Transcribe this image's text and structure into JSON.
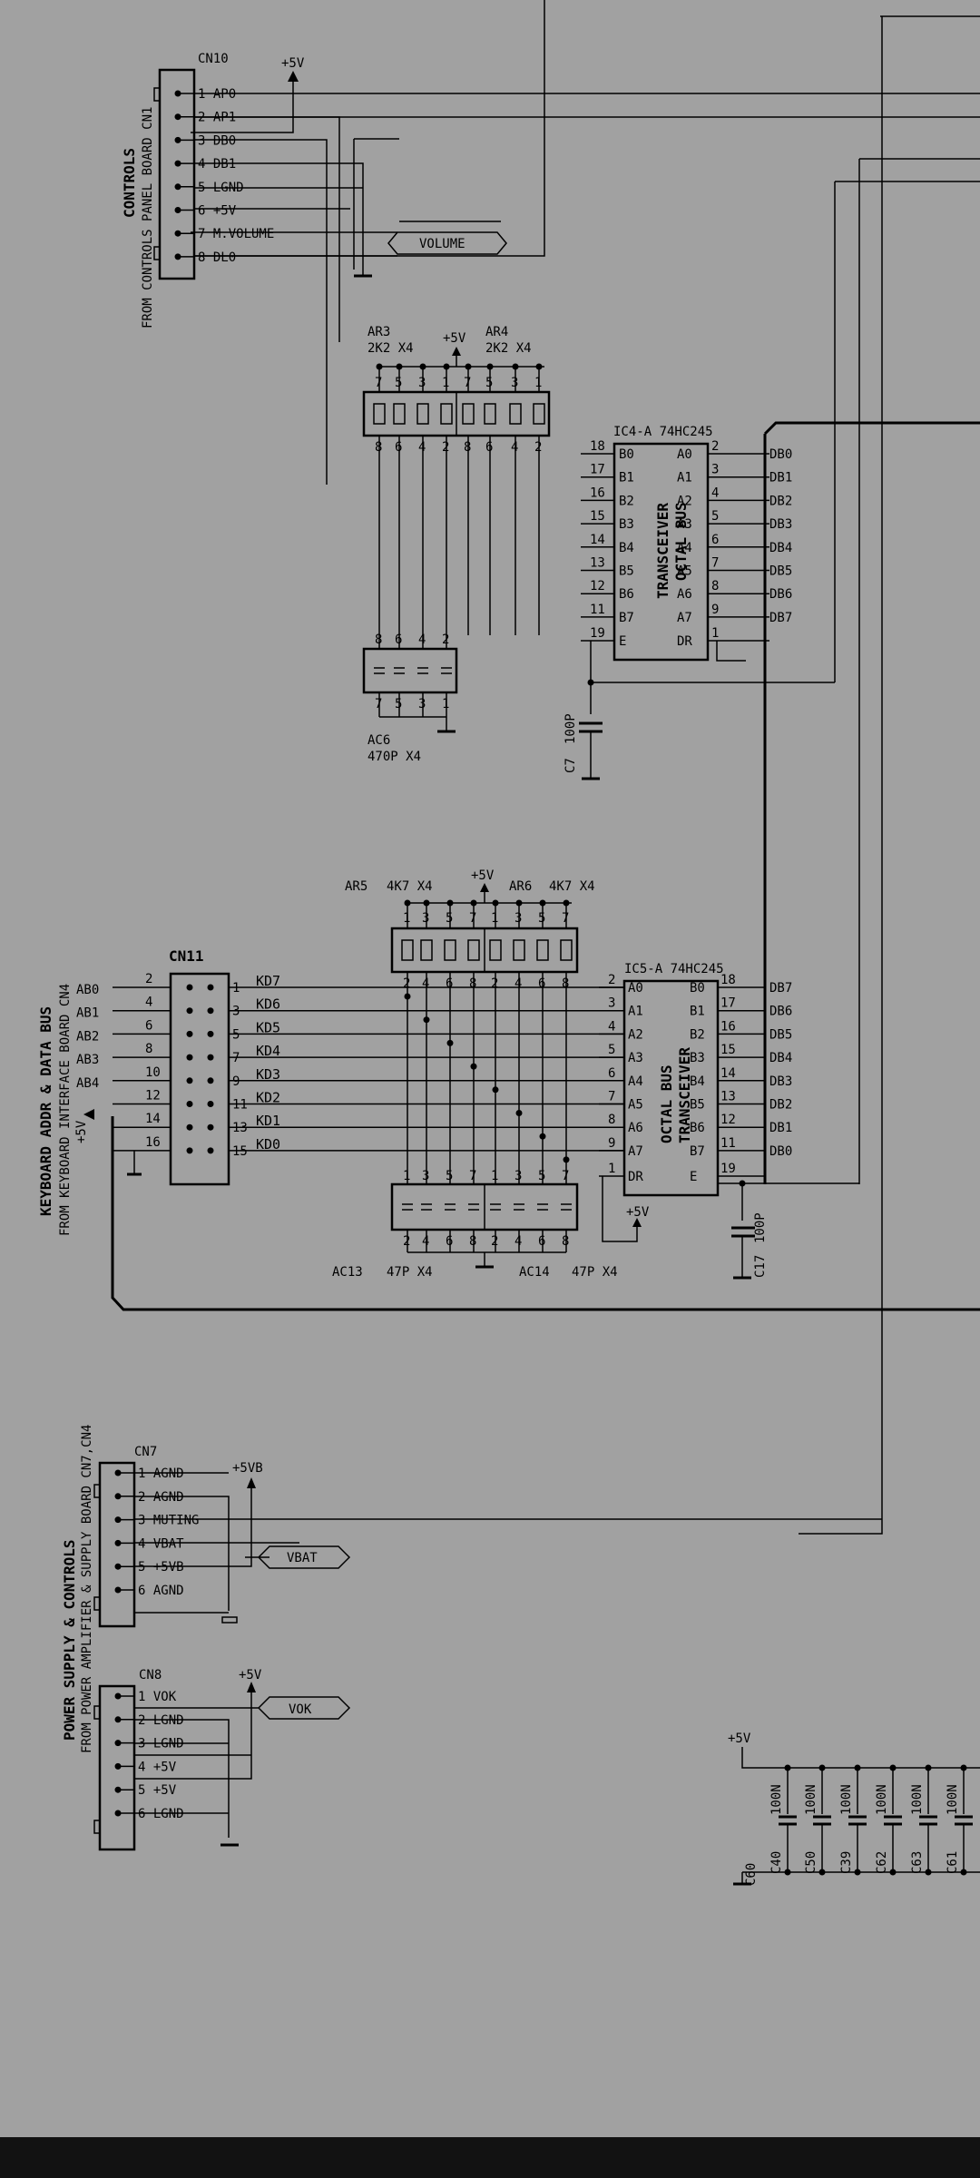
{
  "cn1": {
    "side_title": "CONTROLS",
    "side_sub": "FROM CONTROLS PANEL BOARD CN1",
    "ref": "CN10",
    "pins": [
      "1 AP0",
      "2 AP1",
      "3 DB0",
      "4 DB1",
      "5 LGND",
      "6 +5V",
      "7 M.VOLUME",
      "8 DL0"
    ],
    "supply": "+5V",
    "flag": "VOLUME"
  },
  "ar3": {
    "name": "AR3",
    "value": "2K2  X4"
  },
  "ar4": {
    "name": "AR4",
    "value": "2K2  X4"
  },
  "ar_supply": "+5V",
  "array_top_pins": [
    "7",
    "5",
    "3",
    "1",
    "7",
    "5",
    "3",
    "1"
  ],
  "array_bot_pins": [
    "8",
    "6",
    "4",
    "2",
    "8",
    "6",
    "4",
    "2"
  ],
  "ac6": {
    "top_pins": [
      "8",
      "6",
      "4",
      "2"
    ],
    "bot_pins": [
      "7",
      "5",
      "3",
      "1"
    ],
    "name": "AC6",
    "value": "470P  X4"
  },
  "c7": {
    "name": "C7",
    "value": "100P"
  },
  "ic4": {
    "title": "IC4-A   74HC245",
    "body_1": "OCTAL BUS",
    "body_2": "TRANSCEIVER",
    "left_pins": [
      "18",
      "17",
      "16",
      "15",
      "14",
      "13",
      "12",
      "11",
      "19"
    ],
    "left_names": [
      "B0",
      "B1",
      "B2",
      "B3",
      "B4",
      "B5",
      "B6",
      "B7",
      "E"
    ],
    "right_pins": [
      "2",
      "3",
      "4",
      "5",
      "6",
      "7",
      "8",
      "9",
      "1"
    ],
    "right_names": [
      "A0",
      "A1",
      "A2",
      "A3",
      "A4",
      "A5",
      "A6",
      "A7",
      "DR"
    ],
    "bus": [
      "DB0",
      "DB1",
      "DB2",
      "DB3",
      "DB4",
      "DB5",
      "DB6",
      "DB7"
    ]
  },
  "cn4": {
    "side_title": "KEYBOARD ADDR & DATA BUS",
    "side_sub": "FROM KEYBOARD INTERFACE BOARD CN4",
    "ref": "CN11",
    "left_labels": [
      "AB0",
      "AB1",
      "AB2",
      "AB3",
      "AB4"
    ],
    "left_pins": [
      "2",
      "4",
      "6",
      "8",
      "10",
      "12",
      "14",
      "16"
    ],
    "right_pins": [
      "1",
      "3",
      "5",
      "7",
      "9",
      "11",
      "13",
      "15"
    ],
    "nets": [
      "KD7",
      "KD6",
      "KD5",
      "KD4",
      "KD3",
      "KD2",
      "KD1",
      "KD0"
    ],
    "supply": "+5V"
  },
  "ar5": {
    "name": "AR5",
    "value": "4K7  X4"
  },
  "ar6": {
    "name": "AR6",
    "value": "4K7  X4"
  },
  "ar56_supply": "+5V",
  "ar56_top_pins": [
    "1",
    "3",
    "5",
    "7",
    "1",
    "3",
    "5",
    "7"
  ],
  "ar56_bot_pins": [
    "2",
    "4",
    "6",
    "8",
    "2",
    "4",
    "6",
    "8"
  ],
  "ac13": {
    "name": "AC13",
    "value": "47P  X4"
  },
  "ac14": {
    "name": "AC14",
    "value": "47P  X4"
  },
  "ac1314_top_pins": [
    "1",
    "3",
    "5",
    "7",
    "1",
    "3",
    "5",
    "7"
  ],
  "ac1314_bot_pins": [
    "2",
    "4",
    "6",
    "8",
    "2",
    "4",
    "6",
    "8"
  ],
  "ic5": {
    "title": "IC5-A   74HC245",
    "body_1": "OCTAL BUS",
    "body_2": "TRANSCEIVER",
    "left_pins": [
      "2",
      "3",
      "4",
      "5",
      "6",
      "7",
      "8",
      "9",
      "1"
    ],
    "left_names": [
      "A0",
      "A1",
      "A2",
      "A3",
      "A4",
      "A5",
      "A6",
      "A7",
      "DR"
    ],
    "right_pins": [
      "18",
      "17",
      "16",
      "15",
      "14",
      "13",
      "12",
      "11",
      "19"
    ],
    "right_names": [
      "B0",
      "B1",
      "B2",
      "B3",
      "B4",
      "B5",
      "B6",
      "B7",
      "E"
    ],
    "bus": [
      "DB7",
      "DB6",
      "DB5",
      "DB4",
      "DB3",
      "DB2",
      "DB1",
      "DB0"
    ],
    "supply": "+5V"
  },
  "c17": {
    "name": "C17",
    "value": "100P"
  },
  "cn7": {
    "side_title": "POWER SUPPLY & CONTROLS",
    "side_sub": "FROM POWER AMPLIFIER & SUPPLY BOARD CN7,CN4",
    "ref": "CN7",
    "pins": [
      "1 AGND",
      "2 AGND",
      "3 MUTING",
      "4 VBAT",
      "5 +5VB",
      "6 AGND"
    ],
    "supply": "+5VB",
    "flag": "VBAT"
  },
  "cn8": {
    "ref": "CN8",
    "pins": [
      "1 VOK",
      "2 LGND",
      "3 LGND",
      "4 +5V",
      "5 +5V",
      "6 LGND"
    ],
    "supply": "+5V",
    "flag": "VOK"
  },
  "decoupling": {
    "supply": "+5V",
    "value": "100N",
    "caps": [
      "C60",
      "C40",
      "C50",
      "C39",
      "C62",
      "C63",
      "C61"
    ]
  }
}
